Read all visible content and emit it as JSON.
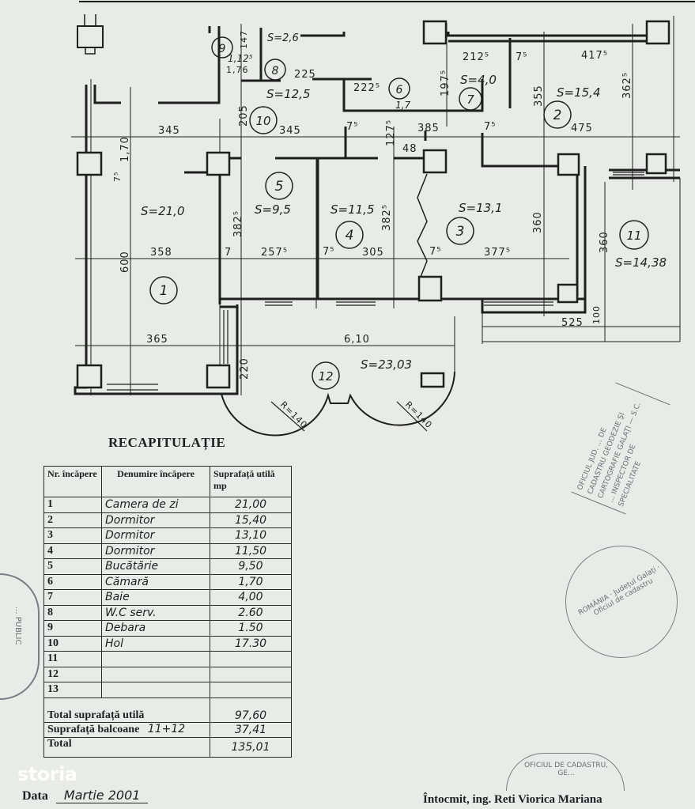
{
  "plan": {
    "rooms": [
      {
        "nr": "1",
        "area_label": "S=21,0"
      },
      {
        "nr": "2",
        "area_label": "S=15,4"
      },
      {
        "nr": "3",
        "area_label": "S=13,1"
      },
      {
        "nr": "4",
        "area_label": "S=11,5"
      },
      {
        "nr": "5",
        "area_label": "S=9,5"
      },
      {
        "nr": "6",
        "area_label": "1,7"
      },
      {
        "nr": "7",
        "area_label": "S=4,0"
      },
      {
        "nr": "8",
        "area_label": "S=2,6"
      },
      {
        "nr": "9",
        "area_label": "1,12⁵"
      },
      {
        "nr": "10",
        "area_label": "S=12,5"
      },
      {
        "nr": "11",
        "area_label": "S=14,38"
      },
      {
        "nr": "12",
        "area_label": "S=23,03"
      }
    ],
    "dimensions": {
      "d345a": "345",
      "d345b": "345",
      "d385": "385",
      "d475": "475",
      "d4175": "417⁵",
      "d2125": "212⁵",
      "d75a": "7⁵",
      "d75b": "7⁵",
      "d75c": "7⁵",
      "d75d": "7⁵",
      "d75e": "7⁵",
      "d75f": "7⁵",
      "d358": "358",
      "d2575": "257⁵",
      "d305": "305",
      "d3775": "377⁵",
      "d7": "7",
      "d600": "600",
      "d170": "1,70",
      "d3825a": "382⁵",
      "d3825b": "382⁵",
      "d360a": "360",
      "d360b": "360",
      "d355": "355",
      "d3625": "362⁵",
      "d1975": "197⁵",
      "d1275": "127⁵",
      "d205": "205",
      "d48": "48",
      "d2225": "222⁵",
      "d225": "225",
      "d147": "147",
      "d176": "1,76",
      "d365": "365",
      "d610": "6,10",
      "d220": "220",
      "d525": "525",
      "d100": "100",
      "r140a": "R=140",
      "r140b": "R=140"
    }
  },
  "recap": {
    "title": "RECAPITULAȚIE",
    "headers": {
      "nr": "Nr. încăpere",
      "name": "Denumire încăpere",
      "area": "Suprafață utilă mp"
    },
    "rows": [
      {
        "nr": "1",
        "name": "Camera de zi",
        "area": "21,00"
      },
      {
        "nr": "2",
        "name": "Dormitor",
        "area": "15,40"
      },
      {
        "nr": "3",
        "name": "Dormitor",
        "area": "13,10"
      },
      {
        "nr": "4",
        "name": "Dormitor",
        "area": "11,50"
      },
      {
        "nr": "5",
        "name": "Bucătărie",
        "area": "9,50"
      },
      {
        "nr": "6",
        "name": "Cămară",
        "area": "1,70"
      },
      {
        "nr": "7",
        "name": "Baie",
        "area": "4,00"
      },
      {
        "nr": "8",
        "name": "W.C serv.",
        "area": "2.60"
      },
      {
        "nr": "9",
        "name": "Debara",
        "area": "1.50"
      },
      {
        "nr": "10",
        "name": "Hol",
        "area": "17.30"
      },
      {
        "nr": "11",
        "name": "",
        "area": ""
      },
      {
        "nr": "12",
        "name": "",
        "area": ""
      },
      {
        "nr": "13",
        "name": "",
        "area": ""
      }
    ],
    "total_useful_label": "Total suprafață utilă",
    "total_useful_value": "97,60",
    "balcony_label": "Suprafață balcoane",
    "balcony_rooms": "11+12",
    "balcony_value": "37,41",
    "total_label": "Total",
    "total_value": "135,01"
  },
  "footer": {
    "date_label": "Data",
    "date_value": "Martie 2001",
    "author": "Întocmit, ing. Reti Viorica Mariana"
  },
  "stamps": {
    "stamp1": "OFICIUL JUD. ... DE CADASTRU GEODEZIE ŞI CARTOGRAFIE GALAŢI — S.C. ... INSPECTOR DE SPECIALITATE",
    "stamp2": "ROMÂNIA · Județul Galați · Oficiul de cadastru",
    "stamp3": "OFICIUL DE CADASTRU, GE...",
    "stamp4": "... PUBLIC"
  },
  "watermark": "storia",
  "colors": {
    "paper": "#e9ebe8",
    "ink": "#1d1f22",
    "stamp": "#6b6f75"
  }
}
